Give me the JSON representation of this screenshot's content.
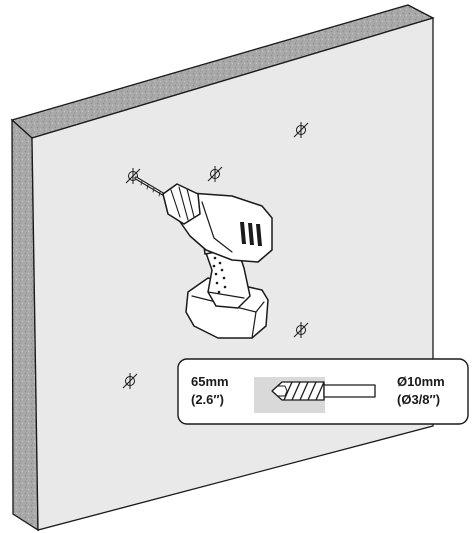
{
  "callout": {
    "depth_mm": "65mm",
    "depth_in": "(2.6″)",
    "diameter_mm": "Ø10mm",
    "diameter_in": "(Ø3/8″)"
  },
  "colors": {
    "wall_face": "#e9e9e9",
    "wall_edge": "#a9a9a9",
    "outline": "#1a1a1a",
    "drill_body": "#ffffff",
    "hole_zone": "#d9d9d9"
  },
  "icons": {
    "drill": "cordless-drill-icon",
    "drill_bit": "drill-bit-icon",
    "hole_mark": "crosshair-hole-mark-icon"
  }
}
